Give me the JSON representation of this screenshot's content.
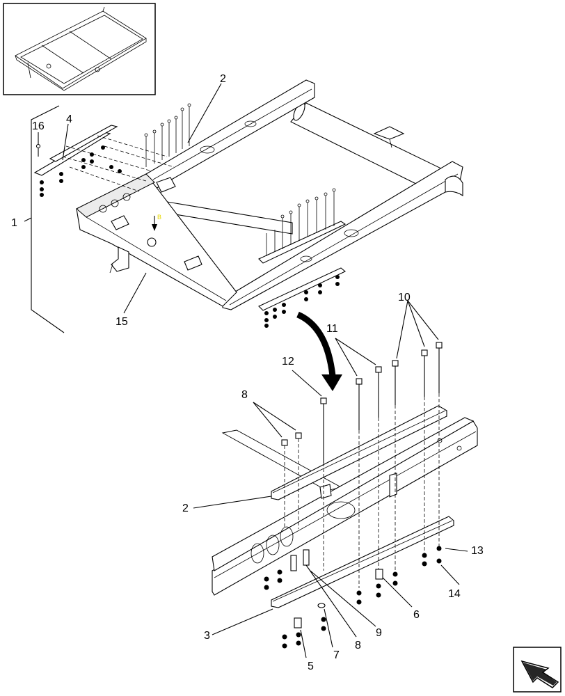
{
  "callouts": {
    "c1": "1",
    "c2_top": "2",
    "c4": "4",
    "c16": "16",
    "c15": "15",
    "c10": "10",
    "c11": "11",
    "c12": "12",
    "c8_top": "8",
    "c2_detail": "2",
    "c13": "13",
    "c14": "14",
    "c3": "3",
    "c5": "5",
    "c6": "6",
    "c7": "7",
    "c8_bottom": "8",
    "c9": "9"
  },
  "view_marker": "B",
  "icons": {
    "nav": "return-arrow-icon",
    "thumbnail": "assembly-thumbnail-icon"
  }
}
